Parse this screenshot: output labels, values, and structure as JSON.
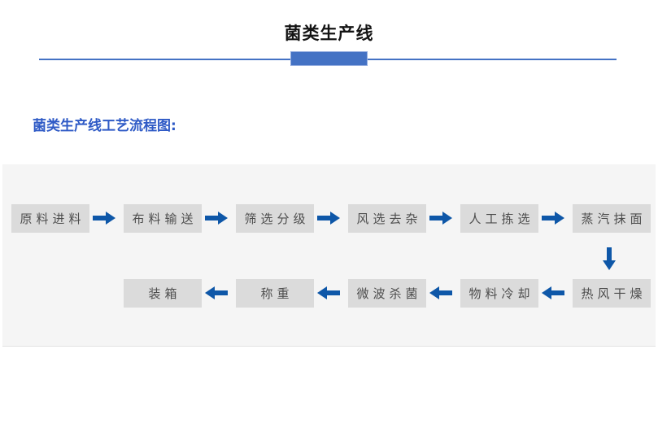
{
  "page": {
    "title": "菌类生产线",
    "section_heading": "菌类生产线工艺流程图:"
  },
  "flow": {
    "row1": [
      {
        "label": "原料进料"
      },
      {
        "label": "布料输送"
      },
      {
        "label": "筛选分级"
      },
      {
        "label": "风选去杂"
      },
      {
        "label": "人工拣选"
      },
      {
        "label": "蒸汽抹面"
      }
    ],
    "row2": [
      {
        "label": "装箱"
      },
      {
        "label": "称重"
      },
      {
        "label": "微波杀菌"
      },
      {
        "label": "物料冷却"
      },
      {
        "label": "热风干燥"
      }
    ],
    "sequence": [
      "原料进料",
      "布料输送",
      "筛选分级",
      "风选去杂",
      "人工拣选",
      "蒸汽抹面",
      "热风干燥",
      "物料冷却",
      "微波杀菌",
      "称重",
      "装箱"
    ]
  },
  "icons": {
    "arrow_right": "→",
    "arrow_left": "←",
    "arrow_down": "↓"
  },
  "colors": {
    "divider_blue": "#4472C4",
    "heading_blue": "#2E5AC6",
    "arrow_blue": "#0E57A8",
    "box_bg": "#DBDBDB",
    "box_text": "#4D4D4D",
    "panel_bg": "#F5F5F5",
    "title_black": "#141414"
  }
}
